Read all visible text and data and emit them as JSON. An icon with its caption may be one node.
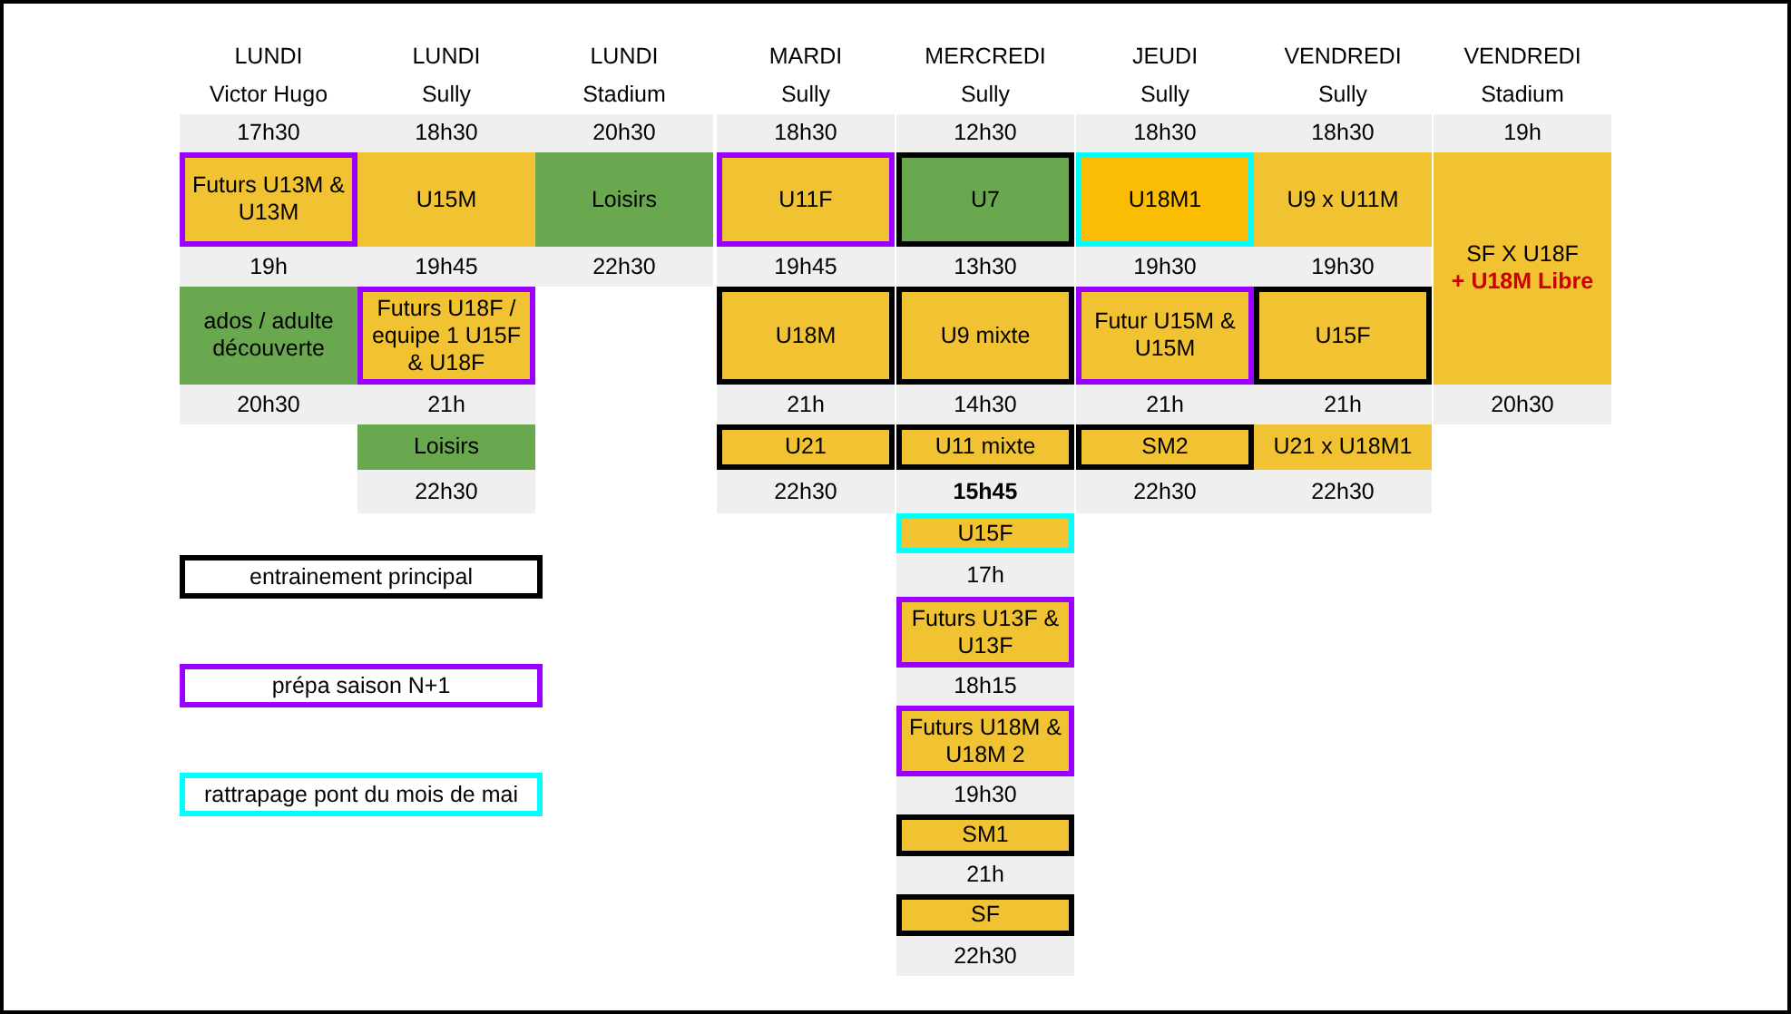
{
  "diagram": {
    "nodes": [
      {
        "text": [
          "17h30"
        ]
      },
      {
        "text": [
          "18h30"
        ]
      },
      {
        "text": [
          "20h30"
        ]
      },
      {
        "text": [
          "18h30"
        ]
      },
      {
        "text": [
          "12h30"
        ]
      },
      {
        "text": [
          "18h30"
        ]
      },
      {
        "text": [
          "18h30"
        ]
      },
      {
        "text": [
          "19h"
        ]
      },
      {
        "text": [
          "Futurs U13M & U13M"
        ]
      },
      {
        "text": [
          "U15M"
        ]
      },
      {
        "text": [
          "Loisirs"
        ]
      },
      {
        "text": [
          "U11F"
        ]
      },
      {
        "text": [
          "U7"
        ]
      },
      {
        "text": [
          "U18M1"
        ]
      },
      {
        "text": [
          "U9 x U11M"
        ]
      },
      {
        "text": [
          "SF X U18F",
          "+ U18M Libre"
        ]
      },
      {
        "text": [
          "19h"
        ]
      },
      {
        "text": [
          "19h45"
        ]
      },
      {
        "text": [
          "22h30"
        ]
      },
      {
        "text": [
          "19h45"
        ]
      },
      {
        "text": [
          "13h30"
        ]
      },
      {
        "text": [
          "19h30"
        ]
      },
      {
        "text": [
          "19h30"
        ]
      },
      {
        "text": [
          "ados / adulte découverte"
        ]
      },
      {
        "text": [
          "Futurs U18F / equipe 1 U15F & U18F"
        ]
      },
      {
        "text": [
          "U18M"
        ]
      },
      {
        "text": [
          "U9 mixte"
        ]
      },
      {
        "text": [
          "Futur U15M & U15M"
        ]
      },
      {
        "text": [
          "U15F"
        ]
      },
      {
        "text": [
          "20h30"
        ]
      },
      {
        "text": [
          "21h"
        ]
      },
      {
        "text": [
          "21h"
        ]
      },
      {
        "text": [
          "14h30"
        ]
      },
      {
        "text": [
          "21h"
        ]
      },
      {
        "text": [
          "21h"
        ]
      },
      {
        "text": [
          "20h30"
        ]
      },
      {
        "text": [
          "Loisirs"
        ]
      },
      {
        "text": [
          "U21"
        ]
      },
      {
        "text": [
          "U11 mixte"
        ]
      },
      {
        "text": [
          "SM2"
        ]
      },
      {
        "text": [
          "U21 x U18M1"
        ]
      },
      {
        "text": [
          "22h30"
        ]
      },
      {
        "text": [
          "22h30"
        ]
      },
      {
        "text": [
          "15h45"
        ]
      },
      {
        "text": [
          "22h30"
        ]
      },
      {
        "text": [
          "22h30"
        ]
      },
      {
        "text": [
          "U15F"
        ]
      },
      {
        "text": [
          "17h"
        ]
      },
      {
        "text": [
          "Futurs U13F & U13F"
        ]
      },
      {
        "text": [
          "18h15"
        ]
      },
      {
        "text": [
          "Futurs U18M & U18M 2"
        ]
      },
      {
        "text": [
          "19h30"
        ]
      },
      {
        "text": [
          "SM1"
        ]
      },
      {
        "text": [
          "21h"
        ]
      },
      {
        "text": [
          "SF"
        ]
      },
      {
        "text": [
          "22h30"
        ]
      }
    ],
    "labels": [
      "LUNDI",
      "LUNDI",
      "LUNDI",
      "MARDI",
      "MERCREDI",
      "JEUDI",
      "VENDREDI",
      "VENDREDI",
      "Victor Hugo",
      "Sully",
      "Stadium",
      "Sully",
      "Sully",
      "Sully",
      "Sully",
      "Stadium"
    ],
    "legend": [
      {
        "text": "entrainement principal",
        "color": "#000000"
      },
      {
        "text": "prépa saison N+1",
        "color": "#9900ff"
      },
      {
        "text": "rattrapage pont du mois de mai",
        "color": "#00ffff"
      }
    ]
  }
}
